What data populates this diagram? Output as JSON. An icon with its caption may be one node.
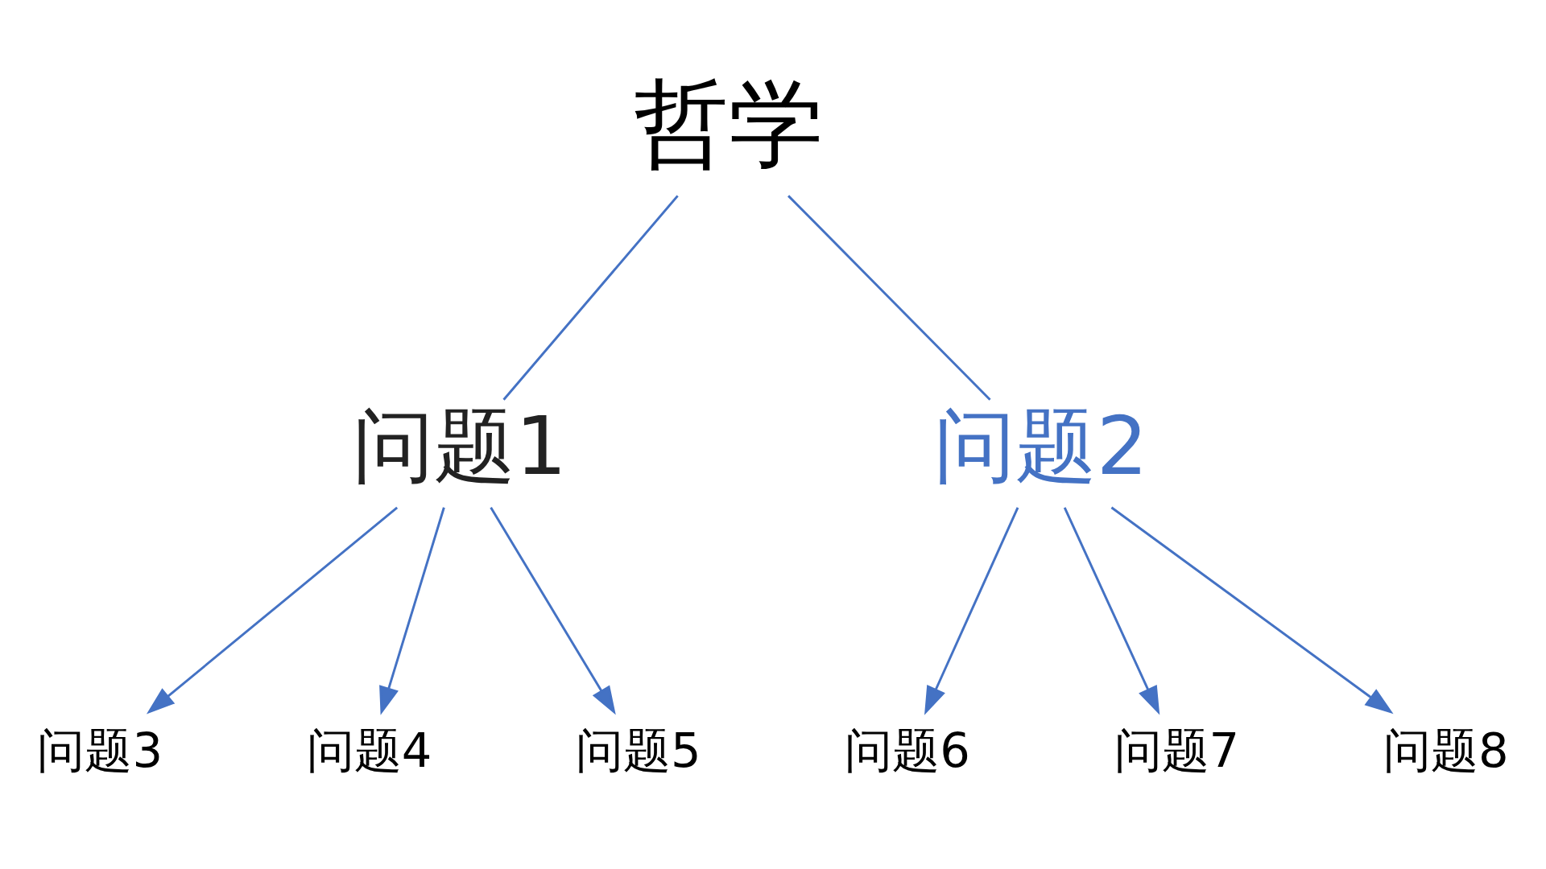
{
  "diagram": {
    "nodes": [
      {
        "text": [
          "哲学"
        ]
      },
      {
        "text": [
          "问题1"
        ]
      },
      {
        "text": [
          "问题2"
        ]
      },
      {
        "text": [
          "问题3"
        ]
      },
      {
        "text": [
          "问题4"
        ]
      },
      {
        "text": [
          "问题5"
        ]
      },
      {
        "text": [
          "问题6"
        ]
      },
      {
        "text": [
          "问题7"
        ]
      },
      {
        "text": [
          "问题8"
        ]
      }
    ],
    "edges": [
      {
        "from": 0,
        "to": 1,
        "arrow": "none"
      },
      {
        "from": 0,
        "to": 2,
        "arrow": "none"
      },
      {
        "from": 1,
        "to": 3,
        "arrow": "to"
      },
      {
        "from": 1,
        "to": 4,
        "arrow": "to"
      },
      {
        "from": 1,
        "to": 5,
        "arrow": "to"
      },
      {
        "from": 2,
        "to": 6,
        "arrow": "to"
      },
      {
        "from": 2,
        "to": 7,
        "arrow": "to"
      },
      {
        "from": 2,
        "to": 8,
        "arrow": "to"
      }
    ]
  }
}
